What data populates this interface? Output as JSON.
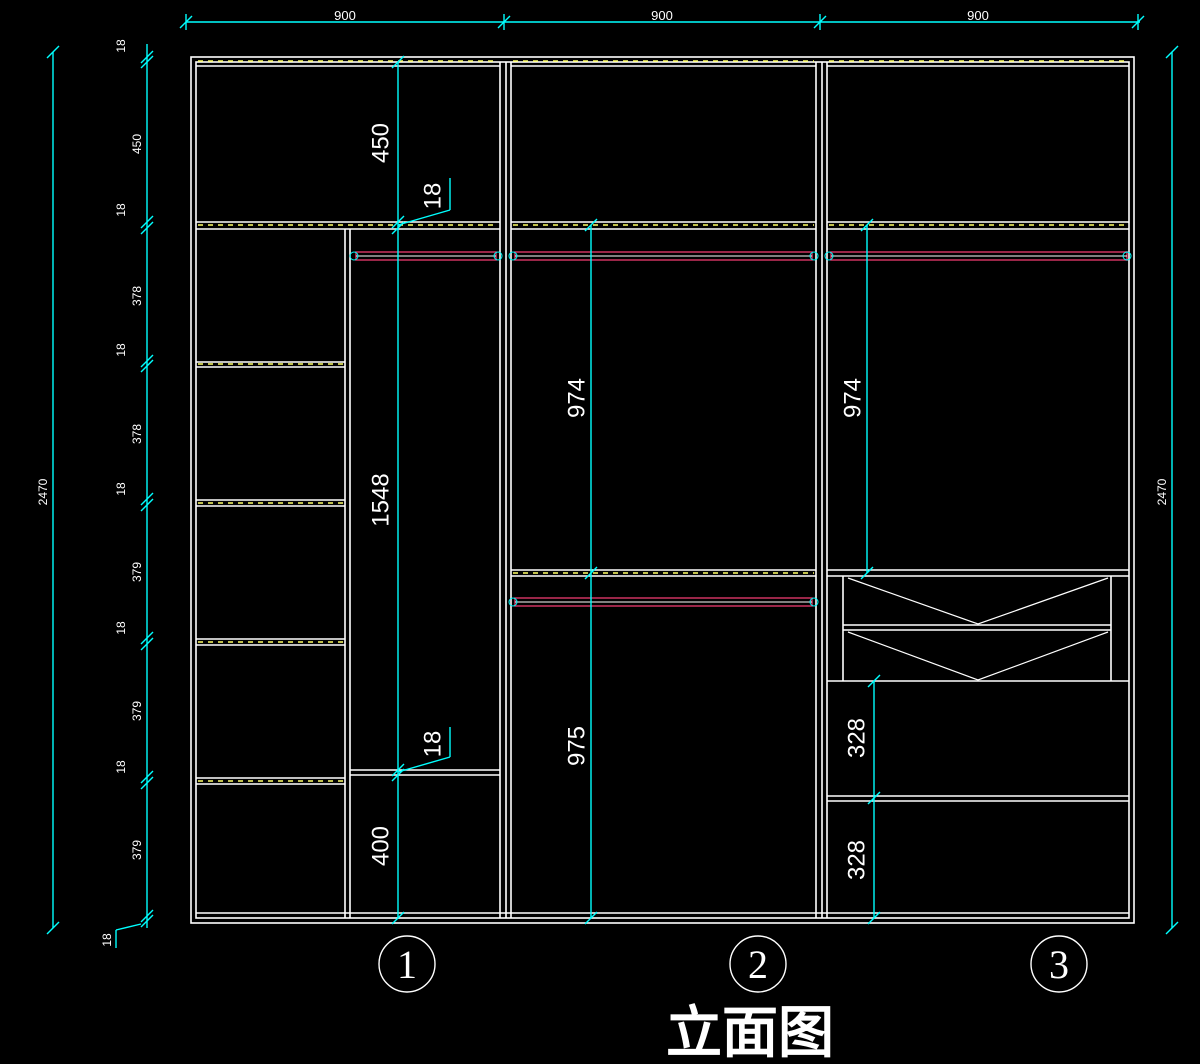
{
  "title": "立面图",
  "colors": {
    "background": "#000000",
    "carcass": "#ffffff",
    "dimension": "#00ffff",
    "rod": "#c0305a",
    "shelf_hatch": "#ffff66"
  },
  "top_dims": [
    "900",
    "900",
    "900"
  ],
  "left_dims": [
    "18",
    "450",
    "18",
    "378",
    "18",
    "378",
    "18",
    "379",
    "18",
    "379",
    "18",
    "379",
    "18"
  ],
  "overall_height": "2470",
  "bay1": {
    "top": "450",
    "top_shelf": "18",
    "hanging": "1548",
    "low_shelf": "18",
    "bottom": "400"
  },
  "bay2": {
    "upper": "974",
    "lower": "975"
  },
  "bay3": {
    "upper": "974",
    "drawer_1": "328",
    "drawer_2": "328"
  },
  "bay_numbers": [
    "1",
    "2",
    "3"
  ]
}
